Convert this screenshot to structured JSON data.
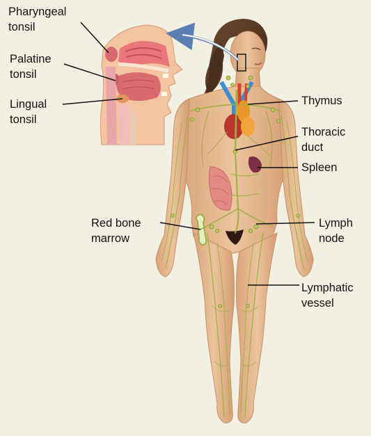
{
  "colors": {
    "background": "#f2efe3",
    "skin": "#e6b68c",
    "lymph": "#9bb03f",
    "vessel_blue": "#3f8fd0",
    "vessel_red": "#d8412c",
    "spleen": "#7a2f46",
    "hair": "#5a3a26",
    "tissue_pink": "#e48a84"
  },
  "labels": {
    "pharyngeal": "Pharyngeal\ntonsil",
    "palatine": "Palatine\ntonsil",
    "lingual": "Lingual\ntonsil",
    "thymus": "Thymus",
    "thoracic": "Thoracic\nduct",
    "spleen": "Spleen",
    "redbone": "Red bone\nmarrow",
    "lymphnode": "Lymph\nnode",
    "lymphvessel": "Lymphatic\nvessel"
  }
}
